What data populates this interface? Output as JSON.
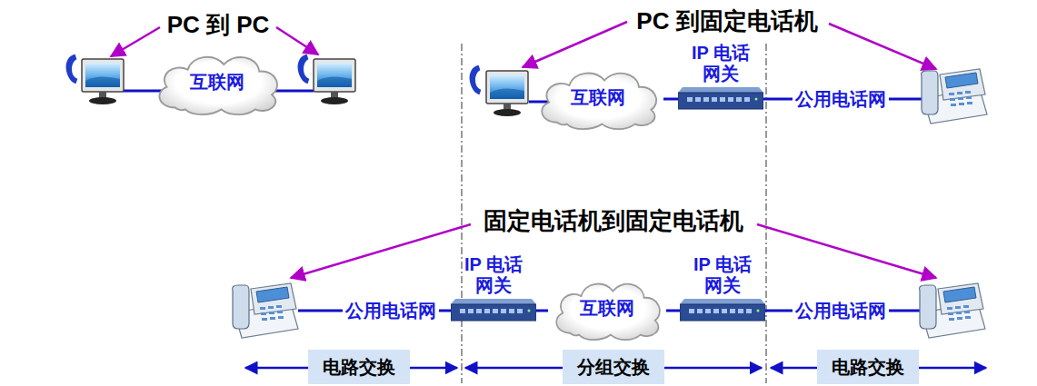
{
  "diagram": {
    "nodes": [
      {
        "text": [
          "互联网"
        ]
      },
      {
        "text": [
          "互联网"
        ]
      },
      {
        "text": [
          "IP 电话 网关"
        ]
      },
      {
        "text": [
          "IP 电话 网关"
        ]
      },
      {
        "text": [
          "互联网"
        ]
      },
      {
        "text": [
          "IP 电话 网关"
        ]
      },
      {
        "text": [
          "电路交换"
        ]
      },
      {
        "text": [
          "分组交换"
        ]
      },
      {
        "text": [
          "电路交换"
        ]
      }
    ],
    "edges": [
      {
        "from": 1,
        "to": 2,
        "arrow": "none"
      },
      {
        "from": 3,
        "to": 4,
        "arrow": "none"
      },
      {
        "from": 4,
        "to": 5,
        "arrow": "none"
      }
    ],
    "labels": [
      "PC 到 PC",
      "PC 到固定电话机",
      "公用电话网",
      "固定电话机到固定电话机",
      "公用电话网",
      "公用电话网"
    ]
  }
}
